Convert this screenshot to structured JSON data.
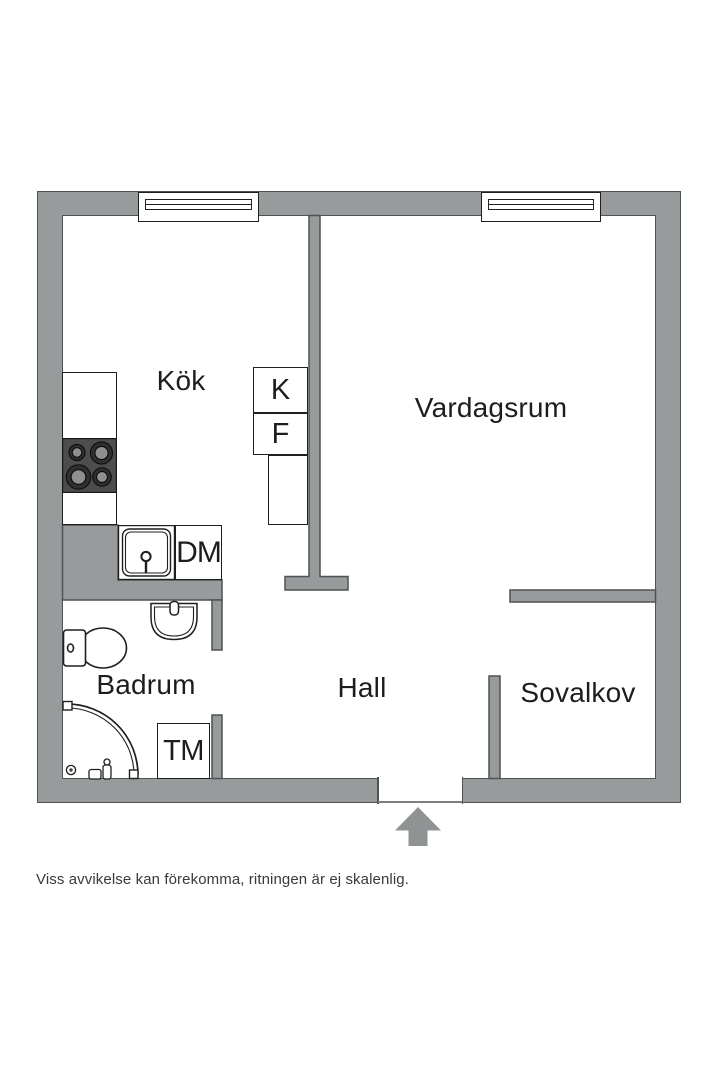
{
  "rooms": {
    "kitchen": {
      "label": "Kök"
    },
    "living": {
      "label": "Vardagsrum"
    },
    "bathroom": {
      "label": "Badrum"
    },
    "hall": {
      "label": "Hall"
    },
    "alcove": {
      "label": "Sovalkov"
    }
  },
  "appliances": {
    "fridge_label": "K",
    "freezer_label": "F",
    "dishwasher_label": "DM",
    "washing_machine_label": "TM"
  },
  "footer": {
    "disclaimer": "Viss avvikelse kan förekomma, ritningen är ej skalenlig."
  },
  "colors": {
    "wall_fill": "#979b9c",
    "wall_outline": "#4e5253",
    "fixture_line": "#1f1f1f",
    "stove_fill": "#4d4d4d",
    "text": "#1d1d1d"
  }
}
